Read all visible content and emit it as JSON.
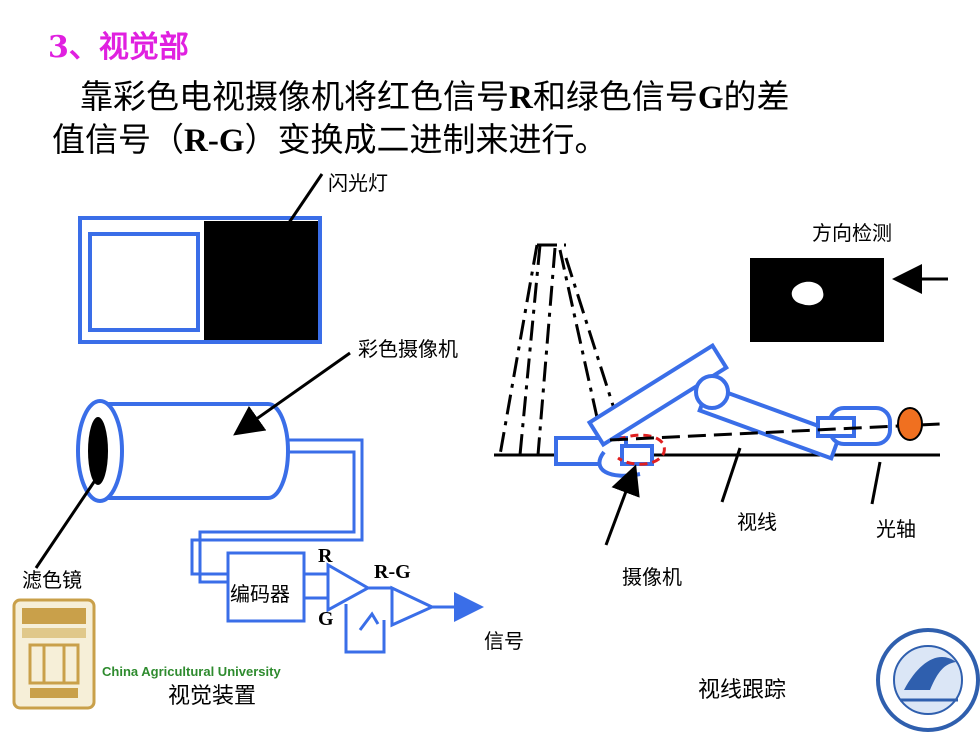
{
  "heading": "3、视觉部",
  "paragraph": {
    "line1_a": "靠彩色电视摄像机将红色信号",
    "line1_r": "R",
    "line1_b": "和绿色信号",
    "line1_g": "G",
    "line1_c": "的差",
    "line2_a": "值信号（",
    "line2_rg": "R-G",
    "line2_b": "）变换成二进制来进行。"
  },
  "left_diagram": {
    "flash_label": "闪光灯",
    "camera_label": "彩色摄像机",
    "filter_label": "滤色镜",
    "encoder_label": "编码器",
    "r_label": "R",
    "g_label": "G",
    "rg_label": "R-G",
    "signal_label": "信号",
    "caption": "视觉装置"
  },
  "right_diagram": {
    "direction_label": "方向检测",
    "sightline_label": "视线",
    "optical_axis_label": "光轴",
    "camera_label": "摄像机",
    "caption": "视线跟踪"
  },
  "logos": {
    "left_university_text": "China Agricultural University"
  },
  "colors": {
    "heading": "#e020e0",
    "diagram_blue": "#3a6ee8",
    "accent_orange": "#f07020",
    "dashed_red": "#e02020",
    "logo_green": "#2e8b2e"
  }
}
